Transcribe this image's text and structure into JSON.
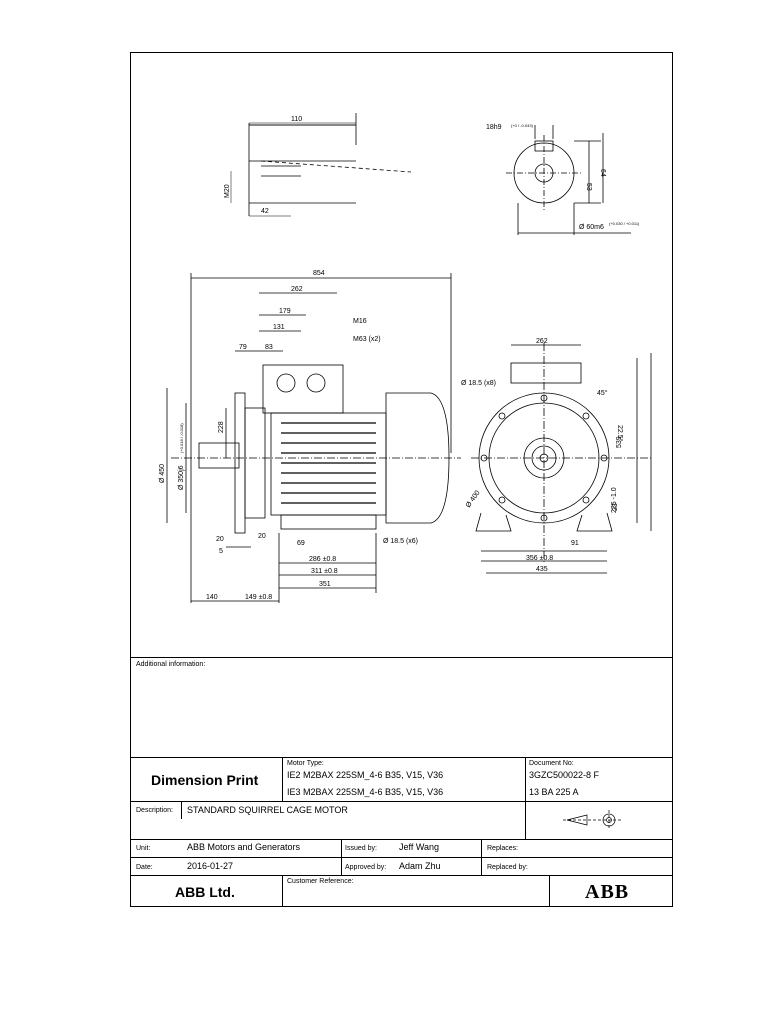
{
  "drawing": {
    "dims": {
      "shaft_len": "110",
      "key_w": "18h9",
      "key_tol": "(+0 / -0.043)",
      "m20": "M20",
      "d42": "42",
      "d53": "53",
      "d64": "64",
      "shaft_d": "Ø 60m6",
      "shaft_tol": "(+0.030 / +0.011)",
      "d854": "854",
      "d262": "262",
      "d179": "179",
      "d131": "131",
      "d79": "79",
      "d83": "83",
      "m16": "M16",
      "m63": "M63 (x2)",
      "d450": "Ø 450",
      "d350": "Ø 350j6",
      "d350_tol": "(+0.018 / -0.018)",
      "d228": "228",
      "d20a": "20",
      "d20b": "20",
      "d5": "5",
      "d69": "69",
      "d286": "286 ±0.8",
      "d311": "311 ±0.8",
      "d351": "351",
      "d140": "140",
      "d149": "149 ±0.8",
      "d18x6": "Ø 18.5 (x6)",
      "front262": "262",
      "d18x8": "Ø 18.5 (x8)",
      "d45": "45°",
      "d225": "22.5°",
      "d539": "539",
      "d400": "Ø 400",
      "d225mm": "225 -1.0",
      "d23": "23",
      "d91": "91",
      "d356": "356 ±0.8",
      "d435": "435"
    }
  },
  "additional_label": "Additional information:",
  "title": {
    "main": "Dimension Print",
    "motor_type_label": "Motor Type:",
    "motor_type_1": "IE2 M2BAX 225SM_4-6 B35, V15, V36",
    "motor_type_2": "IE3 M2BAX 225SM_4-6 B35, V15, V36",
    "doc_no_label": "Document No:",
    "doc_no_1": "3GZC500022-8 F",
    "doc_no_2": "13 BA 225 A",
    "description_label": "Description:",
    "description": "STANDARD SQUIRREL CAGE MOTOR",
    "unit_label": "Unit:",
    "unit": "ABB  Motors and Generators",
    "issued_label": "Issued by:",
    "issued": "Jeff Wang",
    "replaces_label": "Replaces:",
    "date_label": "Date:",
    "date": "2016-01-27",
    "approved_label": "Approved by:",
    "approved": "Adam Zhu",
    "replaced_label": "Replaced by:",
    "company": "ABB Ltd.",
    "customer_label": "Customer Reference:",
    "logo_text": "ABB"
  }
}
